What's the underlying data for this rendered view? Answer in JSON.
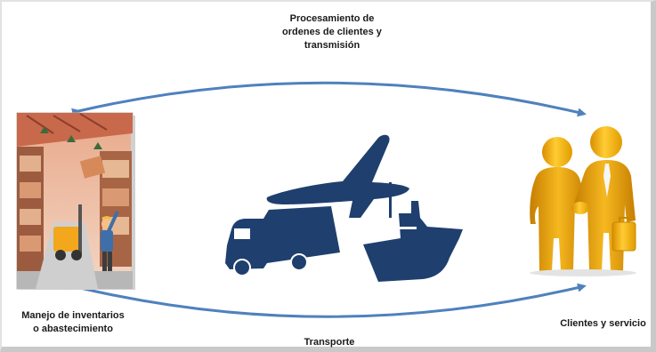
{
  "top_label": {
    "line1": "Procesamiento de",
    "line2": "ordenes de clientes y",
    "line3": "transmisión"
  },
  "left_label": {
    "line1": "Manejo de inventarios",
    "line2": "o abastecimiento"
  },
  "right_label": "Clientes y servicio",
  "bottom_label": "Transporte",
  "colors": {
    "arrow": "#4f81bd",
    "transport_icon": "#1f3f6e",
    "people": "#f0a800",
    "warehouse_shelf": "#d07b55"
  },
  "icons": {
    "warehouse": "warehouse-worker-illustration",
    "transport": "truck-plane-ship-icon",
    "customers": "handshake-people-icon"
  }
}
